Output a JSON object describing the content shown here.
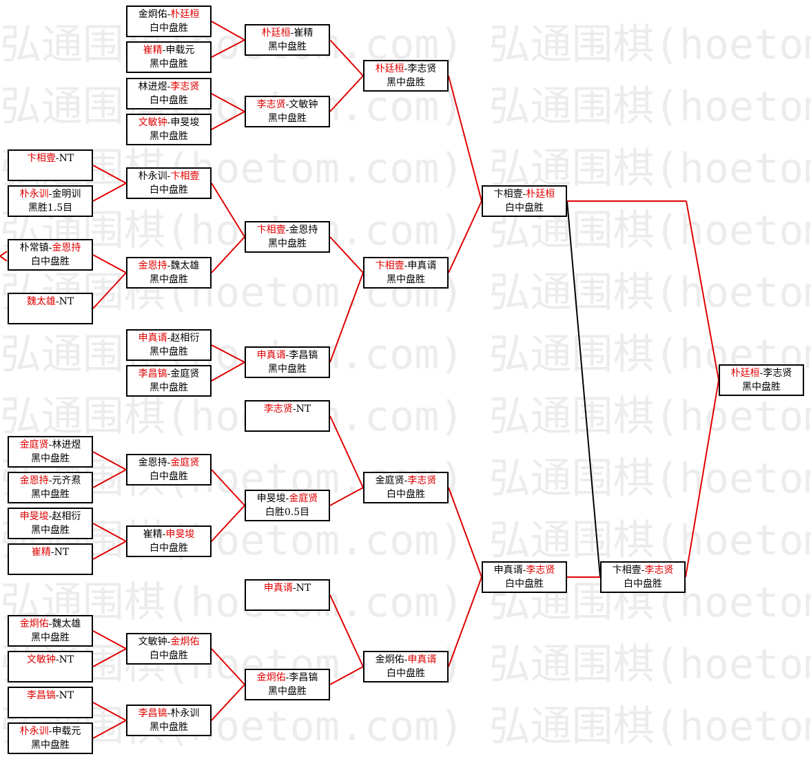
{
  "watermark": {
    "text": "弘通围棋(hoetom.com) 弘通围棋(hoetom.com) 弘通围棋(hoetom.com)",
    "color": "#ececec"
  },
  "colors": {
    "winner": "#e00000",
    "line_red": "#e00000",
    "line_black": "#000000",
    "border": "#000000"
  },
  "matches": [
    {
      "id": "m_a1",
      "p1": "金炯佑",
      "p2": "朴廷桓",
      "winner": 2,
      "result": "白中盘胜"
    },
    {
      "id": "m_a2",
      "p1": "崔精",
      "p2": "申载元",
      "winner": 1,
      "result": "黑中盘胜"
    },
    {
      "id": "m_a3",
      "p1": "林进煜",
      "p2": "李志贤",
      "winner": 2,
      "result": "白中盘胜"
    },
    {
      "id": "m_a4",
      "p1": "文敏钟",
      "p2": "申旻埈",
      "winner": 1,
      "result": "黑中盘胜"
    },
    {
      "id": "m_b1",
      "p1": "卞相壹",
      "p2": "NT",
      "winner": 1,
      "result": ""
    },
    {
      "id": "m_b2",
      "p1": "朴永训",
      "p2": "金明训",
      "winner": 1,
      "result": "黑胜1.5目"
    },
    {
      "id": "m_b3",
      "p1": "朴常镇",
      "p2": "金恩持",
      "winner": 2,
      "result": "白中盘胜"
    },
    {
      "id": "m_b4",
      "p1": "魏太雄",
      "p2": "NT",
      "winner": 1,
      "result": ""
    },
    {
      "id": "m_c1",
      "p1": "申真谞",
      "p2": "赵相衍",
      "winner": 1,
      "result": "黑中盘胜"
    },
    {
      "id": "m_c2",
      "p1": "李昌镐",
      "p2": "金庭贤",
      "winner": 1,
      "result": "黑中盘胜"
    },
    {
      "id": "m_d1",
      "p1": "金庭贤",
      "p2": "林进煜",
      "winner": 1,
      "result": "黑中盘胜"
    },
    {
      "id": "m_d2",
      "p1": "金恩持",
      "p2": "元齐焄",
      "winner": 1,
      "result": "黑中盘胜"
    },
    {
      "id": "m_d3",
      "p1": "申旻埈",
      "p2": "赵相衍",
      "winner": 1,
      "result": "黑中盘胜"
    },
    {
      "id": "m_d4",
      "p1": "崔精",
      "p2": "NT",
      "winner": 1,
      "result": ""
    },
    {
      "id": "m_e1",
      "p1": "金炯佑",
      "p2": "魏太雄",
      "winner": 1,
      "result": "黑中盘胜"
    },
    {
      "id": "m_e2",
      "p1": "文敏钟",
      "p2": "NT",
      "winner": 1,
      "result": ""
    },
    {
      "id": "m_e3",
      "p1": "李昌镐",
      "p2": "NT",
      "winner": 1,
      "result": ""
    },
    {
      "id": "m_e4",
      "p1": "朴永训",
      "p2": "申载元",
      "winner": 1,
      "result": "黑中盘胜"
    },
    {
      "id": "m_f1",
      "p1": "朴廷桓",
      "p2": "崔精",
      "winner": 1,
      "result": "黑中盘胜"
    },
    {
      "id": "m_f2",
      "p1": "李志贤",
      "p2": "文敏钟",
      "winner": 1,
      "result": "黑中盘胜"
    },
    {
      "id": "m_f3",
      "p1": "朴永训",
      "p2": "卞相壹",
      "winner": 2,
      "result": "白中盘胜"
    },
    {
      "id": "m_f4",
      "p1": "金恩持",
      "p2": "魏太雄",
      "winner": 1,
      "result": "黑中盘胜"
    },
    {
      "id": "m_f5",
      "p1": "金恩持",
      "p2": "金庭贤",
      "winner": 2,
      "result": "白中盘胜"
    },
    {
      "id": "m_f6",
      "p1": "崔精",
      "p2": "申旻埈",
      "winner": 2,
      "result": "白中盘胜"
    },
    {
      "id": "m_f7",
      "p1": "文敏钟",
      "p2": "金炯佑",
      "winner": 2,
      "result": "白中盘胜"
    },
    {
      "id": "m_f8",
      "p1": "李昌镐",
      "p2": "朴永训",
      "winner": 1,
      "result": "黑中盘胜"
    },
    {
      "id": "m_g1",
      "p1": "朴廷桓",
      "p2": "崔精",
      "winner": 1,
      "result": "黑中盘胜"
    },
    {
      "id": "m_g2",
      "p1": "李志贤",
      "p2": "文敏钟",
      "winner": 1,
      "result": "黑中盘胜"
    },
    {
      "id": "m_g3",
      "p1": "卞相壹",
      "p2": "金恩持",
      "winner": 1,
      "result": "黑中盘胜"
    },
    {
      "id": "m_g4",
      "p1": "申真谞",
      "p2": "李昌镐",
      "winner": 1,
      "result": "黑中盘胜"
    },
    {
      "id": "m_g5",
      "p1": "李志贤",
      "p2": "NT",
      "winner": 1,
      "result": ""
    },
    {
      "id": "m_g6",
      "p1": "申旻埈",
      "p2": "金庭贤",
      "winner": 2,
      "result": "白胜0.5目"
    },
    {
      "id": "m_g7",
      "p1": "申真谞",
      "p2": "NT",
      "winner": 1,
      "result": ""
    },
    {
      "id": "m_g8",
      "p1": "金炯佑",
      "p2": "李昌镐",
      "winner": 1,
      "result": "黑中盘胜"
    },
    {
      "id": "m_h1",
      "p1": "朴廷桓",
      "p2": "李志贤",
      "winner": 1,
      "result": "黑中盘胜"
    },
    {
      "id": "m_h2",
      "p1": "卞相壹",
      "p2": "申真谞",
      "winner": 1,
      "result": "黑中盘胜"
    },
    {
      "id": "m_h3",
      "p1": "金庭贤",
      "p2": "李志贤",
      "winner": 2,
      "result": "白中盘胜"
    },
    {
      "id": "m_h4",
      "p1": "金炯佑",
      "p2": "申真谞",
      "winner": 2,
      "result": "白中盘胜"
    },
    {
      "id": "m_i1",
      "p1": "卞相壹",
      "p2": "朴廷桓",
      "winner": 2,
      "result": "白中盘胜"
    },
    {
      "id": "m_i2",
      "p1": "申真谞",
      "p2": "李志贤",
      "winner": 2,
      "result": "白中盘胜"
    },
    {
      "id": "m_j1",
      "p1": "卞相壹",
      "p2": "李志贤",
      "winner": 2,
      "result": "白中盘胜"
    },
    {
      "id": "m_k1",
      "p1": "朴廷桓",
      "p2": "李志贤",
      "winner": 1,
      "result": "黑中盘胜"
    }
  ]
}
